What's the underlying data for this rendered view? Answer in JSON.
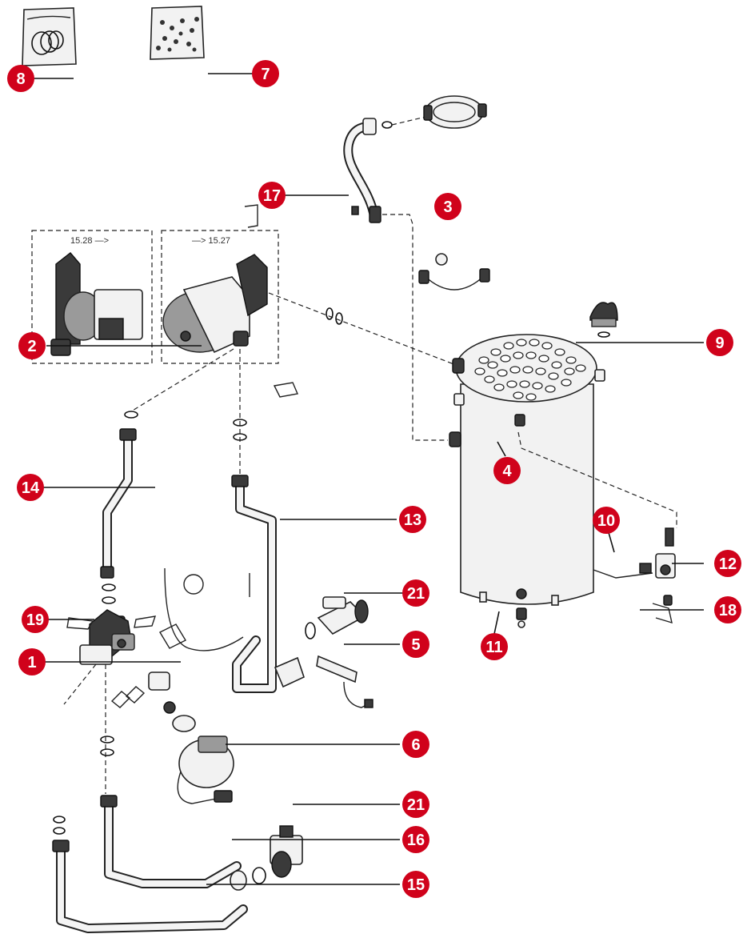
{
  "diagram": {
    "accent_color": "#d0021b",
    "callouts": [
      {
        "id": "c8",
        "label": "8"
      },
      {
        "id": "c7",
        "label": "7"
      },
      {
        "id": "c17",
        "label": "17"
      },
      {
        "id": "c3",
        "label": "3"
      },
      {
        "id": "c2",
        "label": "2"
      },
      {
        "id": "c9",
        "label": "9"
      },
      {
        "id": "c4",
        "label": "4"
      },
      {
        "id": "c14",
        "label": "14"
      },
      {
        "id": "c13",
        "label": "13"
      },
      {
        "id": "c10",
        "label": "10"
      },
      {
        "id": "c12",
        "label": "12"
      },
      {
        "id": "c21a",
        "label": "21"
      },
      {
        "id": "c18",
        "label": "18"
      },
      {
        "id": "c19",
        "label": "19"
      },
      {
        "id": "c11",
        "label": "11"
      },
      {
        "id": "c5",
        "label": "5"
      },
      {
        "id": "c1",
        "label": "1"
      },
      {
        "id": "c6",
        "label": "6"
      },
      {
        "id": "c21b",
        "label": "21"
      },
      {
        "id": "c16",
        "label": "16"
      },
      {
        "id": "c15",
        "label": "15"
      }
    ],
    "pump_refs": {
      "left": "15.28 —>",
      "right": "—> 15.27"
    }
  }
}
